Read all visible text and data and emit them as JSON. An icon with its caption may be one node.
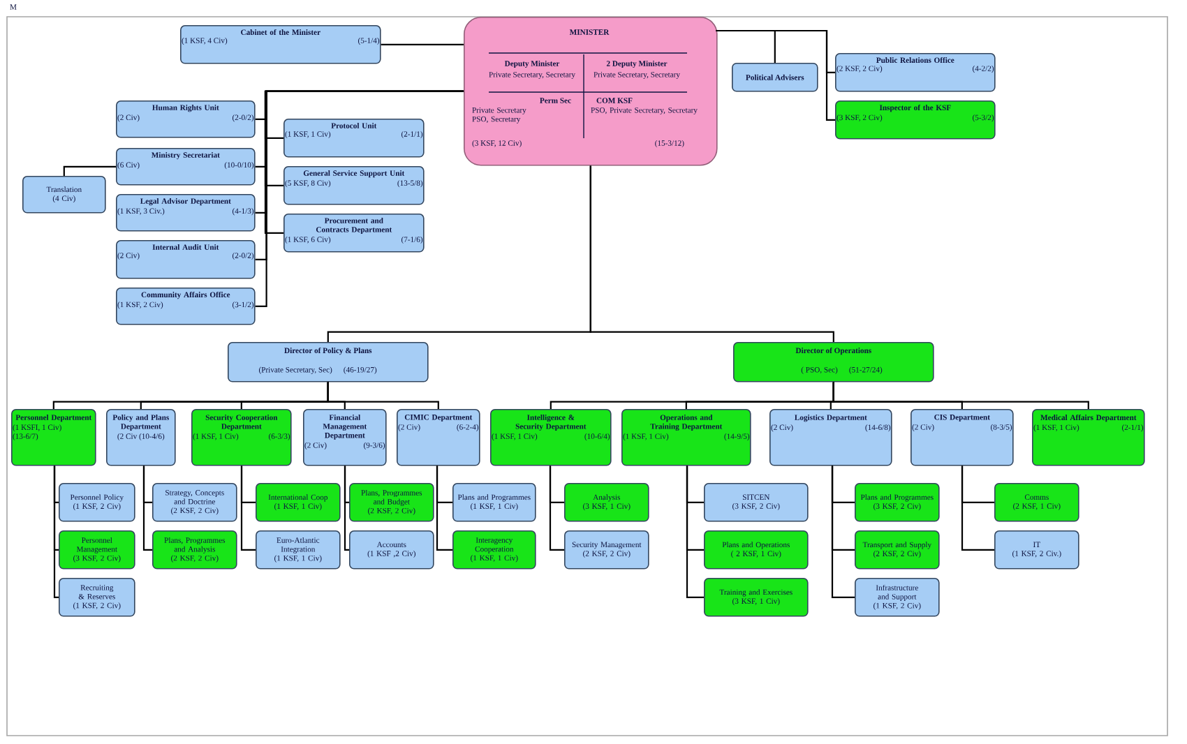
{
  "diagram": {
    "nodes": [
      {
        "text": [
          "MINISTER",
          "Deputy Minister",
          "Private Secretary, Secretary",
          "2 Deputy Minister",
          "Private Secretary, Secretary",
          "Perm Sec",
          "Private Secretary PSO, Secretary",
          "COM KSF",
          "PSO, Private Secretary, Secretary",
          "(3 KSF, 12 Civ)",
          "(15-3/12)"
        ]
      },
      {
        "text": [
          "Cabinet of the Minister",
          "(1 KSF, 4 Civ)",
          "(5-1/4)"
        ]
      },
      {
        "text": [
          "Political Advisers"
        ]
      },
      {
        "text": [
          "Public Relations Office",
          "(2 KSF, 2 Civ)",
          "(4-2/2)"
        ]
      },
      {
        "text": [
          "Inspector of the KSF",
          "(3 KSF, 2 Civ)",
          "(5-3/2)"
        ]
      },
      {
        "text": [
          "Human Rights Unit",
          "(2 Civ)",
          "(2-0/2)"
        ]
      },
      {
        "text": [
          "Protocol Unit",
          "(1 KSF, 1 Civ)",
          "(2-1/1)"
        ]
      },
      {
        "text": [
          "Ministry Secretariat",
          "(6 Civ)",
          "(10-0/10)"
        ]
      },
      {
        "text": [
          "Translation",
          "(4 Civ)"
        ]
      },
      {
        "text": [
          "General Service Support Unit",
          "(5 KSF, 8 Civ)",
          "(13-5/8)"
        ]
      },
      {
        "text": [
          "Legal Advisor Department",
          "(1 KSF, 3 Civ.)",
          "(4-1/3)"
        ]
      },
      {
        "text": [
          "Procurement and Contracts Department",
          "(1 KSF, 6 Civ)",
          "(7-1/6)"
        ]
      },
      {
        "text": [
          "Internal Audit Unit",
          "(2 Civ)",
          "(2-0/2)"
        ]
      },
      {
        "text": [
          "Community Affairs Office",
          "(1 KSF, 2 Civ)",
          "(3-1/2)"
        ]
      },
      {
        "text": [
          "Director of Policy & Plans",
          "(Private Secretary, Sec)",
          "(46-19/27)"
        ]
      },
      {
        "text": [
          "Director of Operations",
          "( PSO, Sec)",
          "(51-27/24)"
        ]
      },
      {
        "text": [
          "Personnel Department",
          "(1 KSFI, 1 Civ)",
          "(13-6/7)"
        ]
      },
      {
        "text": [
          "Policy and Plans Department",
          "(2 Civ (10-4/6)"
        ]
      },
      {
        "text": [
          "Security Cooperation Department",
          "(1 KSF, 1 Civ)",
          "(6-3/3)"
        ]
      },
      {
        "text": [
          "Financial Management Department",
          "(2 Civ)",
          "(9-3/6)"
        ]
      },
      {
        "text": [
          "CIMIC Department",
          "(2 Civ)",
          "(6-2-4)"
        ]
      },
      {
        "text": [
          "Intelligence & Security Department",
          "(1 KSF, 1 Civ)",
          "(10-6/4)"
        ]
      },
      {
        "text": [
          "Operations and Training Department",
          "(1 KSF, 1 Civ)",
          "(14-9/5)"
        ]
      },
      {
        "text": [
          "Logistics Department",
          "(2 Civ)",
          "(14-6/8)"
        ]
      },
      {
        "text": [
          "CIS Department",
          "(2 Civ)",
          "(8-3/5)"
        ]
      },
      {
        "text": [
          "Medical Affairs Department",
          "(1 KSF, 1 Civ)",
          "(2-1/1)"
        ]
      },
      {
        "text": [
          "Personnel Policy",
          "(1 KSF, 2 Civ)"
        ]
      },
      {
        "text": [
          "Personnel Management",
          "(3 KSF, 2 Civ)"
        ]
      },
      {
        "text": [
          "Recruiting & Reserves",
          "(1 KSF, 2 Civ)"
        ]
      },
      {
        "text": [
          "Strategy, Concepts and Doctrine",
          "(2 KSF, 2 Civ)"
        ]
      },
      {
        "text": [
          "Plans, Programmes and Analysis",
          "(2 KSF, 2 Civ)"
        ]
      },
      {
        "text": [
          "International Coop",
          "(1 KSF, 1 Civ)"
        ]
      },
      {
        "text": [
          "Euro-Atlantic Integration",
          "(1 KSF, 1 Civ)"
        ]
      },
      {
        "text": [
          "Plans, Programmes and Budget",
          "(2 KSF, 2 Civ)"
        ]
      },
      {
        "text": [
          "Accounts",
          "(1 KSF ,2 Civ)"
        ]
      },
      {
        "text": [
          "Plans and Programmes",
          "(1 KSF, 1 Civ)"
        ]
      },
      {
        "text": [
          "Interagency Cooperation",
          "(1 KSF, 1 Civ)"
        ]
      },
      {
        "text": [
          "Analysis",
          "(3 KSF, 1 Civ)"
        ]
      },
      {
        "text": [
          "Security Management",
          "(2 KSF, 2 Civ)"
        ]
      },
      {
        "text": [
          "SITCEN",
          "(3 KSF, 2 Civ)"
        ]
      },
      {
        "text": [
          "Plans and Operations",
          "( 2 KSF, 1 Civ)"
        ]
      },
      {
        "text": [
          "Training and Exercises",
          "(3 KSF, 1 Civ)"
        ]
      },
      {
        "text": [
          "Plans and Programmes",
          "(3 KSF, 2 Civ)"
        ]
      },
      {
        "text": [
          "Transport and Supply",
          "(2 KSF, 2 Civ)"
        ]
      },
      {
        "text": [
          "Infrastructure and Support",
          "(1 KSF, 2 Civ)"
        ]
      },
      {
        "text": [
          "Comms",
          "(2 KSF, 1 Civ)"
        ]
      },
      {
        "text": [
          "IT",
          "(1 KSF, 2 Civ.)"
        ]
      }
    ],
    "edges": [
      {
        "from": 0,
        "to": 1,
        "arrow": "none"
      },
      {
        "from": 0,
        "to": 2,
        "arrow": "none"
      },
      {
        "from": 0,
        "to": 3,
        "arrow": "none"
      },
      {
        "from": 0,
        "to": 4,
        "arrow": "none"
      },
      {
        "from": 0,
        "to": 5,
        "arrow": "none"
      },
      {
        "from": 0,
        "to": 6,
        "arrow": "none"
      },
      {
        "from": 0,
        "to": 7,
        "arrow": "none"
      },
      {
        "from": 7,
        "to": 8,
        "arrow": "none"
      },
      {
        "from": 0,
        "to": 9,
        "arrow": "none"
      },
      {
        "from": 0,
        "to": 10,
        "arrow": "none"
      },
      {
        "from": 0,
        "to": 11,
        "arrow": "none"
      },
      {
        "from": 0,
        "to": 12,
        "arrow": "none"
      },
      {
        "from": 0,
        "to": 13,
        "arrow": "none"
      },
      {
        "from": 0,
        "to": 14,
        "arrow": "none"
      },
      {
        "from": 0,
        "to": 15,
        "arrow": "none"
      },
      {
        "from": 14,
        "to": 16,
        "arrow": "none"
      },
      {
        "from": 14,
        "to": 17,
        "arrow": "none"
      },
      {
        "from": 14,
        "to": 18,
        "arrow": "none"
      },
      {
        "from": 14,
        "to": 19,
        "arrow": "none"
      },
      {
        "from": 14,
        "to": 20,
        "arrow": "none"
      },
      {
        "from": 15,
        "to": 21,
        "arrow": "none"
      },
      {
        "from": 15,
        "to": 22,
        "arrow": "none"
      },
      {
        "from": 15,
        "to": 23,
        "arrow": "none"
      },
      {
        "from": 15,
        "to": 24,
        "arrow": "none"
      },
      {
        "from": 15,
        "to": 25,
        "arrow": "none"
      },
      {
        "from": 16,
        "to": 26,
        "arrow": "none"
      },
      {
        "from": 16,
        "to": 27,
        "arrow": "none"
      },
      {
        "from": 16,
        "to": 28,
        "arrow": "none"
      },
      {
        "from": 17,
        "to": 29,
        "arrow": "none"
      },
      {
        "from": 17,
        "to": 30,
        "arrow": "none"
      },
      {
        "from": 18,
        "to": 31,
        "arrow": "none"
      },
      {
        "from": 18,
        "to": 32,
        "arrow": "none"
      },
      {
        "from": 19,
        "to": 33,
        "arrow": "none"
      },
      {
        "from": 19,
        "to": 34,
        "arrow": "none"
      },
      {
        "from": 20,
        "to": 35,
        "arrow": "none"
      },
      {
        "from": 20,
        "to": 36,
        "arrow": "none"
      },
      {
        "from": 21,
        "to": 37,
        "arrow": "none"
      },
      {
        "from": 21,
        "to": 38,
        "arrow": "none"
      },
      {
        "from": 22,
        "to": 39,
        "arrow": "none"
      },
      {
        "from": 22,
        "to": 40,
        "arrow": "none"
      },
      {
        "from": 22,
        "to": 41,
        "arrow": "none"
      },
      {
        "from": 23,
        "to": 42,
        "arrow": "none"
      },
      {
        "from": 23,
        "to": 43,
        "arrow": "none"
      },
      {
        "from": 23,
        "to": 44,
        "arrow": "none"
      },
      {
        "from": 24,
        "to": 45,
        "arrow": "none"
      },
      {
        "from": 24,
        "to": 46,
        "arrow": "none"
      }
    ],
    "labels": [
      "M"
    ]
  }
}
